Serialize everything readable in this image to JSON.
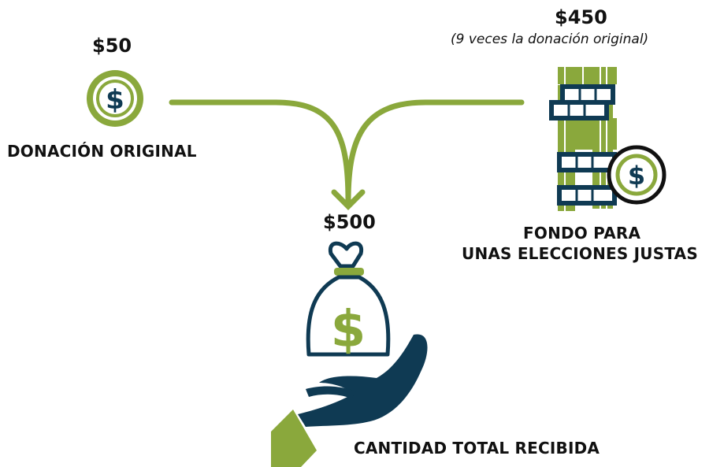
{
  "left": {
    "amount": "$50",
    "label": "DONACIÓN ORIGINAL",
    "icon": "dollar-coin-icon"
  },
  "right": {
    "amount": "$450",
    "note": "(9 veces la donación original)",
    "label_line1": "FONDO PARA",
    "label_line2": "UNAS ELECCIONES JUSTAS",
    "icon": "stacked-bills-with-coin-icon"
  },
  "center": {
    "amount": "$500",
    "label": "CANTIDAD TOTAL RECIBIDA",
    "icon": "money-bag-in-hand-icon"
  },
  "colors": {
    "green": "#8aa83c",
    "navy": "#0f3a53",
    "black": "#111111",
    "white": "#ffffff"
  },
  "glyphs": {
    "dollar": "$"
  }
}
